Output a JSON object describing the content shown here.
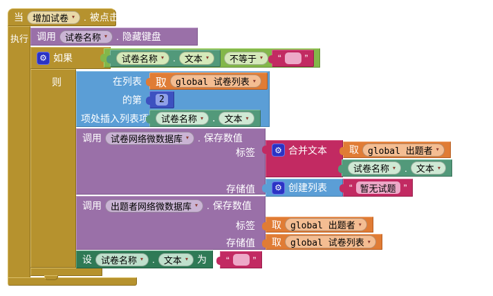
{
  "glyphs": {
    "dot": ".",
    "arrow": "▾",
    "gear": "⚙",
    "quote_open": "“",
    "quote_close": "”"
  },
  "colors": {
    "event_gold": "#b6922e",
    "procedure_purple": "#9a70a8",
    "list_blue": "#5b9ed6",
    "variable_orange": "#e07c35",
    "component_teal_green": "#52997a",
    "setter_green": "#2f7a56",
    "logic_green": "#83b74a",
    "text_magenta": "#c22a62",
    "math_blue": "#3d51c0",
    "gear_badge_blue": "#2b33c4"
  },
  "event_block": {
    "when_label": "当",
    "component": "增加试卷",
    "event_name": "被点击",
    "do_label": "执行"
  },
  "hide_keyboard_call": {
    "call_label": "调用",
    "component": "试卷名称",
    "method": "隐藏键盘"
  },
  "if_block": {
    "if_label": "如果",
    "then_label": "则"
  },
  "condition": {
    "getter": {
      "component": "试卷名称",
      "property": "文本"
    },
    "operator": "不等于"
  },
  "insert_block": {
    "in_list_label": "在列表",
    "index_label": "的第",
    "insert_label": "项处插入列表项",
    "list_get": {
      "get_label": "取",
      "variable": "global 试卷列表"
    },
    "index_value": "2",
    "item_getter": {
      "component": "试卷名称",
      "property": "文本"
    }
  },
  "save_call_1": {
    "call_label": "调用",
    "component": "试卷网络微数据库",
    "method": "保存数值",
    "tag_label": "标签",
    "value_label": "存储值",
    "join": {
      "label": "合并文本"
    },
    "join_get": {
      "get_label": "取",
      "variable": "global 出题者"
    },
    "join_getter": {
      "component": "试卷名称",
      "property": "文本"
    },
    "make_list": {
      "label": "创建列表"
    },
    "list_item_text": "暂无试题"
  },
  "save_call_2": {
    "call_label": "调用",
    "component": "出题者网络微数据库",
    "method": "保存数值",
    "tag_label": "标签",
    "value_label": "存储值",
    "tag_get": {
      "get_label": "取",
      "variable": "global 出题者"
    },
    "value_get": {
      "get_label": "取",
      "variable": "global 试卷列表"
    }
  },
  "set_block": {
    "set_label": "设",
    "component": "试卷名称",
    "property": "文本",
    "to_label": "为"
  }
}
